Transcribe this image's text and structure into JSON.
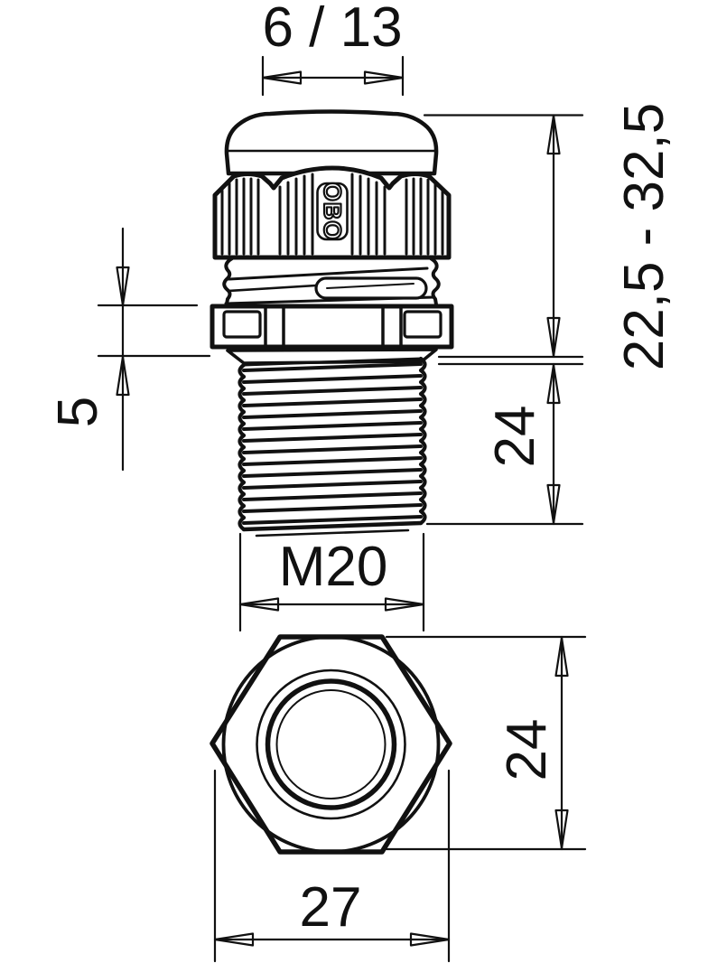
{
  "labels": {
    "clamping_range": "6 / 13",
    "height_range": "22,5 - 32,5",
    "thread_length": "24",
    "locknut_height": "5",
    "thread_size": "M20",
    "across_flats": "24",
    "across_corners": "27",
    "brand": "OBO"
  },
  "colors": {
    "line": "#111111",
    "background": "#ffffff"
  }
}
